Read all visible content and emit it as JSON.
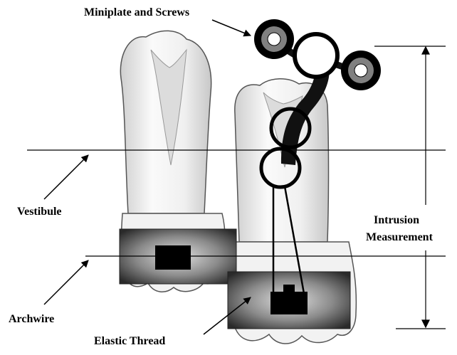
{
  "labels": {
    "miniplate": "Miniplate and Screws",
    "vestibule": "Vestibule",
    "archwire": "Archwire",
    "elastic": "Elastic Thread",
    "intrusion_line1": "Intrusion",
    "intrusion_line2": "Measurement"
  },
  "colors": {
    "tooth_fill": "#eeeeee",
    "tooth_outline": "#555555",
    "band_dark": "#2a2a2a",
    "band_light": "#d8d8d8",
    "screw_ring": "#808080",
    "plate": "#111111"
  }
}
